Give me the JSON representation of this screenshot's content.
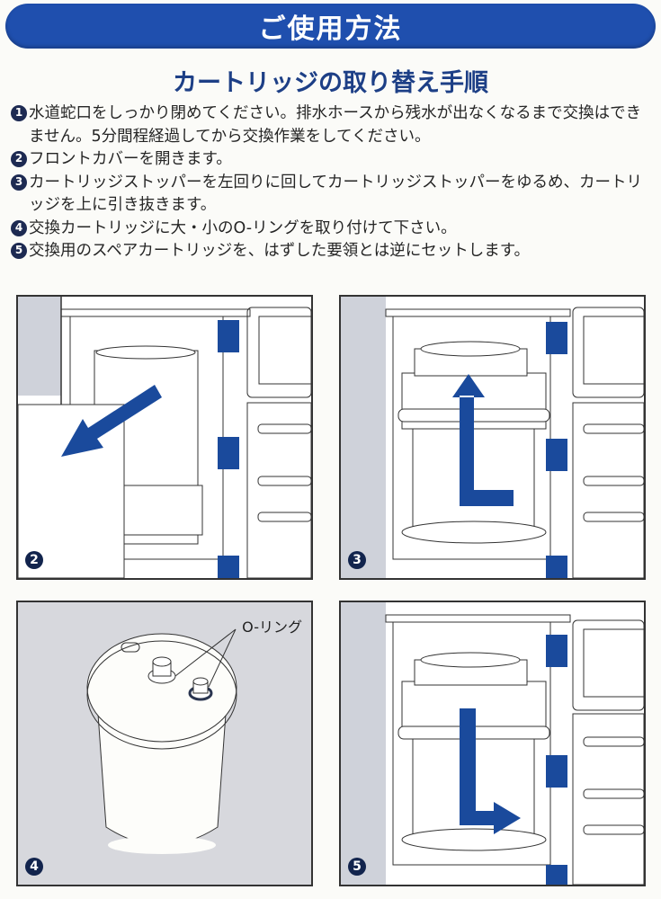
{
  "header": {
    "title": "ご使用方法"
  },
  "section": {
    "title": "カートリッジの取り替え手順"
  },
  "steps": [
    {
      "num": "1",
      "text": "水道蛇口をしっかり閉めてください。排水ホースから残水が出なくなるまで交換はできません。5分間程経過してから交換作業をしてください。"
    },
    {
      "num": "2",
      "text": "フロントカバーを開きます。"
    },
    {
      "num": "3",
      "text": "カートリッジストッパーを左回りに回してカートリッジストッパーをゆるめ、カートリッジを上に引き抜きます。"
    },
    {
      "num": "4",
      "text": "交換カートリッジに大・小のO-リングを取り付けて下さい。"
    },
    {
      "num": "5",
      "text": "交換用のスペアカートリッジを、はずした要領とは逆にセットします。"
    }
  ],
  "figures": [
    {
      "step": "2",
      "arrow": "down-left"
    },
    {
      "step": "3",
      "arrow": "up"
    },
    {
      "step": "4",
      "label": "O-リング"
    },
    {
      "step": "5",
      "arrow": "down-right"
    }
  ],
  "colors": {
    "accent": "#1f4fae",
    "arrow": "#1a4a9c",
    "panel_gray": "#d7d8dd"
  }
}
